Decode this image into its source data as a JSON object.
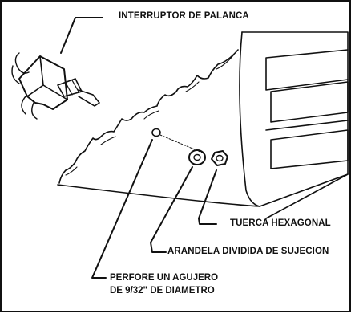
{
  "labels": {
    "toggle_switch": "INTERRUPTOR DE PALANCA",
    "hex_nut": "TUERCA HEXAGONAL",
    "split_lock_washer": "ARANDELA DIVIDIDA DE SUJECION",
    "drill_hole_line1": "PERFORE UN AGUJERO",
    "drill_hole_line2": "DE 9/32\" DE DIAMETRO"
  }
}
